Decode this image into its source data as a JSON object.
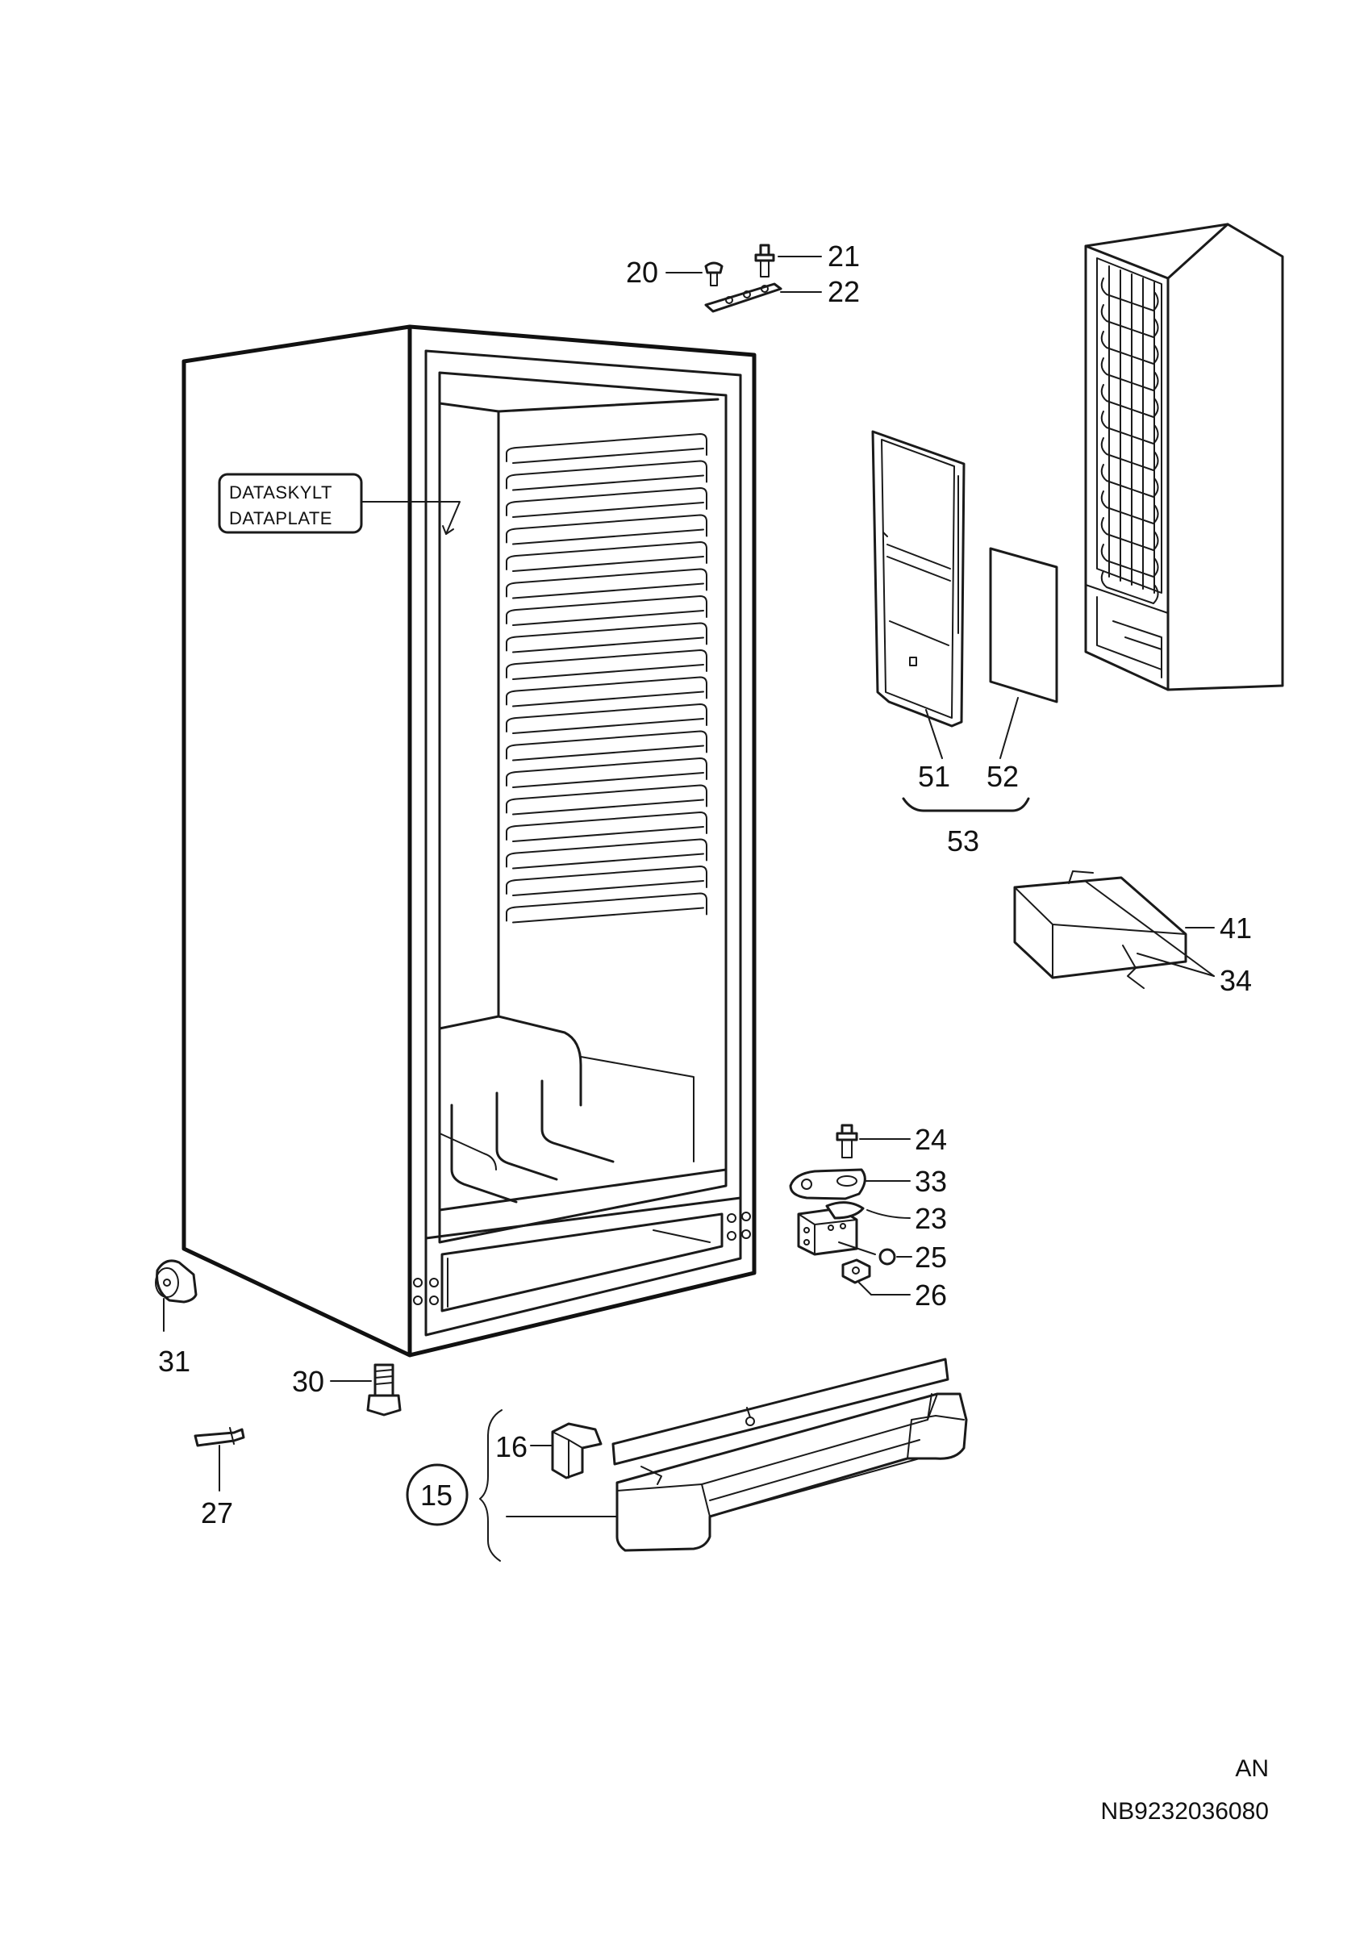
{
  "plate": {
    "line1": "DATASKYLT",
    "line2": "DATAPLATE"
  },
  "callouts": {
    "p20": "20",
    "p21": "21",
    "p22": "22",
    "p51": "51",
    "p52": "52",
    "p53": "53",
    "p41": "41",
    "p34": "34",
    "p24": "24",
    "p33": "33",
    "p23": "23",
    "p25": "25",
    "p26": "26",
    "p31": "31",
    "p30": "30",
    "p27": "27",
    "p16": "16",
    "p15": "15"
  },
  "footer": {
    "variant": "AN",
    "doc_number": "NB9232036080"
  }
}
